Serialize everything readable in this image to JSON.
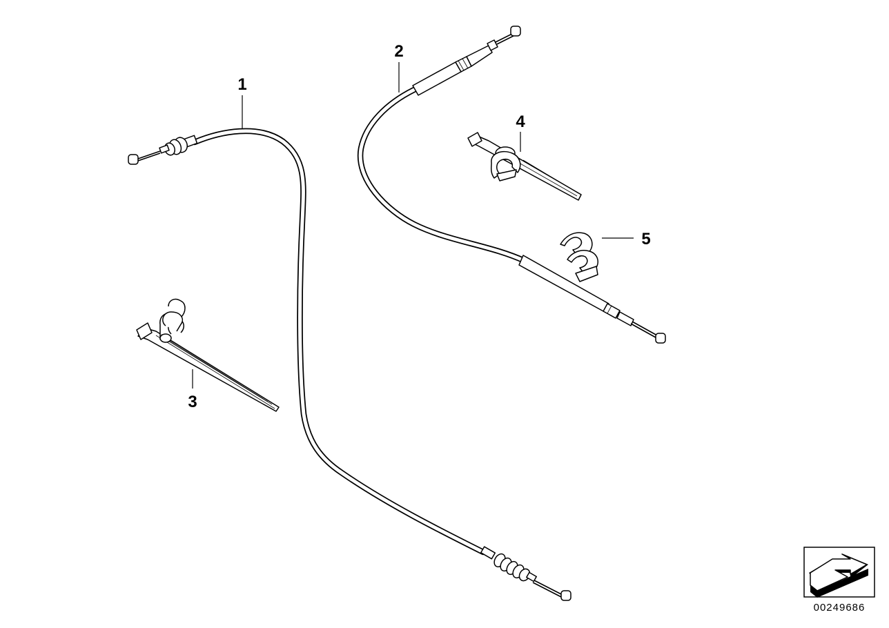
{
  "diagram": {
    "callouts": [
      {
        "id": "1",
        "label": "1"
      },
      {
        "id": "2",
        "label": "2"
      },
      {
        "id": "3",
        "label": "3"
      },
      {
        "id": "4",
        "label": "4"
      },
      {
        "id": "5",
        "label": "5"
      }
    ],
    "parts": [
      {
        "callout": "1",
        "name": "cable-long"
      },
      {
        "callout": "2",
        "name": "cable-short"
      },
      {
        "callout": "3",
        "name": "cable-tie-with-clip"
      },
      {
        "callout": "4",
        "name": "cable-tie-with-clamp"
      },
      {
        "callout": "5",
        "name": "double-clip"
      }
    ]
  },
  "badge": {
    "icon": "arrow-icon",
    "code": "00249686"
  }
}
